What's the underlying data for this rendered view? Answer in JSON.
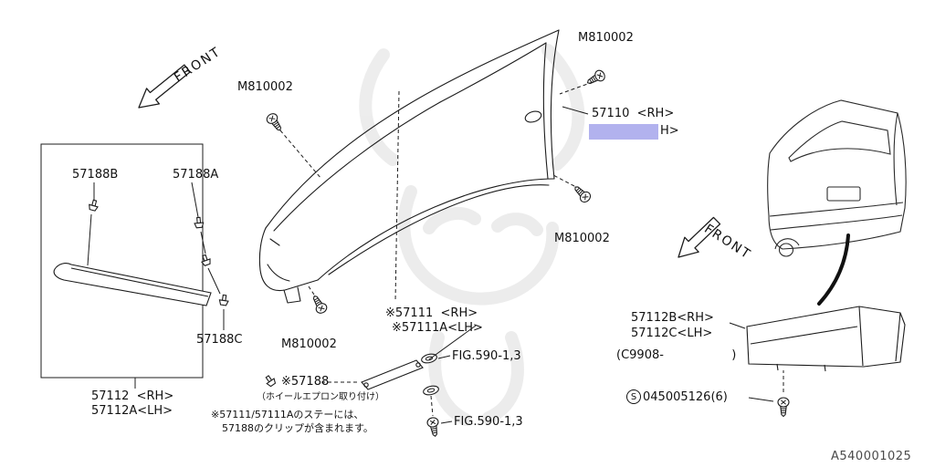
{
  "page": {
    "drawing_code": "A540001025",
    "highlight_color": "#b2b2ee"
  },
  "direction_arrows": {
    "front": "FRONT"
  },
  "fastener_labels": {
    "bolt": "M810002",
    "screw_prefix": "S",
    "screw_number": "045005126(6)"
  },
  "figure_refs": {
    "fig590": "FIG.590-1,3"
  },
  "parts": {
    "fender_rh": "57110  <RH>",
    "fender_lh_visible_suffix": "H>",
    "clip_b": "57188B",
    "clip_a": "57188A",
    "clip_c": "57188C",
    "protector_front_rh": "57112  <RH>",
    "protector_front_lh": "57112A<LH>",
    "stay_rh": "※57111  <RH>",
    "stay_lh": "※57111A<LH>",
    "clip_ref": "※57188",
    "protector_rear_rh": "57112B<RH>",
    "protector_rear_lh": "57112C<LH>",
    "applicability": "(C9908-                  )"
  },
  "notes": {
    "clip_mount": "（ホイールエプロン取り付け）",
    "stay_note_line1": "※57111/57111Aのステーには、",
    "stay_note_line2": "57188のクリップが含まれます。"
  }
}
